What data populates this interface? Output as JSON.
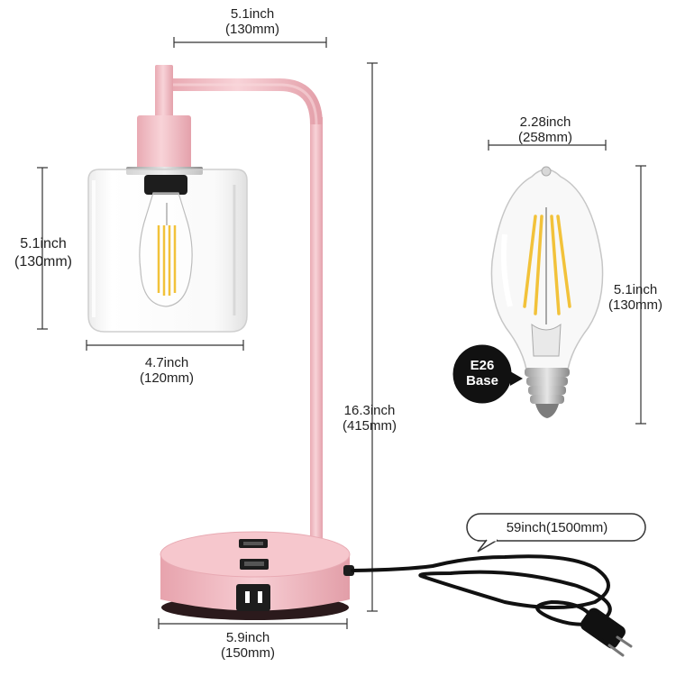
{
  "dimensions": {
    "top_width": {
      "inch": "5.1inch",
      "mm": "(130mm)"
    },
    "shade_height": {
      "inch": "5.1inch",
      "mm": "(130mm)"
    },
    "shade_width": {
      "inch": "4.7inch",
      "mm": "(120mm)"
    },
    "total_height": {
      "inch": "16.3inch",
      "mm": "(415mm)"
    },
    "base_width": {
      "inch": "5.9inch",
      "mm": "(150mm)"
    },
    "bulb_width": {
      "inch": "2.28inch",
      "mm": "(258mm)"
    },
    "bulb_height": {
      "inch": "5.1inch",
      "mm": "(130mm)"
    },
    "cord_length": "59inch(1500mm)"
  },
  "bulb_badge": {
    "line1": "E26",
    "line2": "Base"
  },
  "colors": {
    "lamp_pink": "#f4c2c8",
    "lamp_pink_dark": "#e6a9b1",
    "cord": "#111111",
    "dimension_line": "#333333",
    "filament": "#f2c23a"
  },
  "icons": [
    "table-lamp",
    "edison-bulb",
    "power-cord",
    "usb-port",
    "ac-outlet"
  ]
}
